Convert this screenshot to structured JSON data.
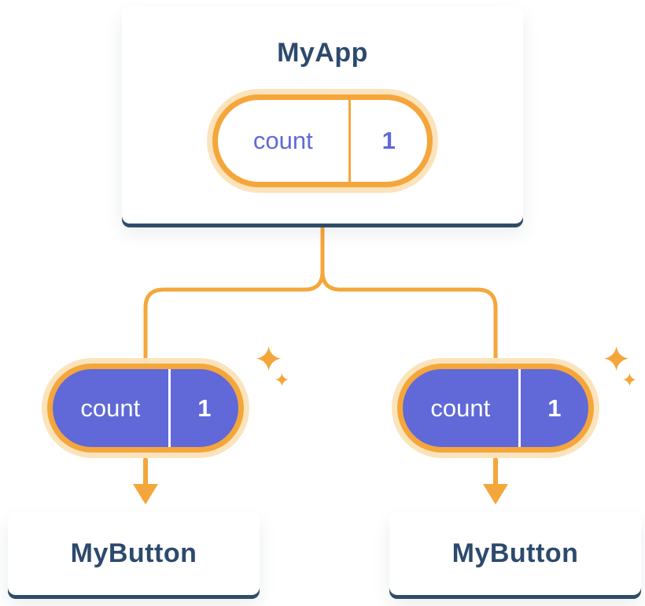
{
  "root_card": {
    "title": "MyApp",
    "state_pill": {
      "label": "count",
      "value": "1"
    }
  },
  "tree": {
    "children": [
      {
        "pill": {
          "label": "count",
          "value": "1"
        },
        "card": {
          "title": "MyButton"
        }
      },
      {
        "pill": {
          "label": "count",
          "value": "1"
        },
        "card": {
          "title": "MyButton"
        }
      }
    ]
  },
  "icons": {
    "sparkle": "four-point-sparkle",
    "arrow": "down-arrow-triangle"
  },
  "colors": {
    "accent_orange": "#F5A63B",
    "accent_orange_light": "#FBE3BC",
    "state_purple": "#6169D8",
    "text_navy": "#2D4A6D",
    "card_edge_navy": "#2F4D68",
    "card_bg": "#FFFFFF"
  }
}
